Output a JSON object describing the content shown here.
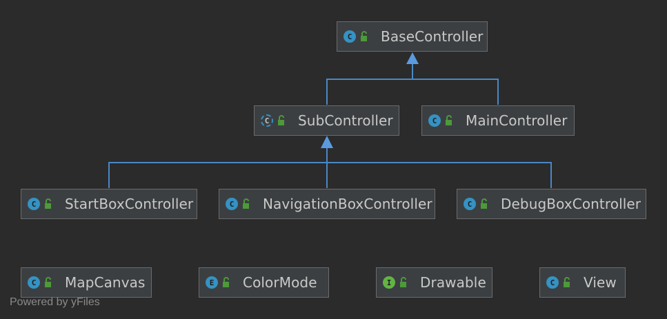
{
  "colors": {
    "background": "#2b2b2b",
    "node_fill": "#3c3f41",
    "node_border": "#6b6b6b",
    "edge": "#4a88c7",
    "class_icon": "#3592c4",
    "interface_icon": "#62b543",
    "lock": "#4c9a3a"
  },
  "nodes": {
    "base_controller": {
      "label": "BaseController",
      "kind": "class",
      "icon_letter": "C",
      "icon": "class-icon"
    },
    "sub_controller": {
      "label": "SubController",
      "kind": "abstract",
      "icon_letter": "C",
      "icon": "abstract-class-icon"
    },
    "main_controller": {
      "label": "MainController",
      "kind": "class",
      "icon_letter": "C",
      "icon": "class-icon"
    },
    "start_box_controller": {
      "label": "StartBoxController",
      "kind": "class",
      "icon_letter": "C",
      "icon": "class-icon"
    },
    "navigation_box_controller": {
      "label": "NavigationBoxController",
      "kind": "class",
      "icon_letter": "C",
      "icon": "class-icon"
    },
    "debug_box_controller": {
      "label": "DebugBoxController",
      "kind": "class",
      "icon_letter": "C",
      "icon": "class-icon"
    },
    "map_canvas": {
      "label": "MapCanvas",
      "kind": "class",
      "icon_letter": "C",
      "icon": "class-icon"
    },
    "color_mode": {
      "label": "ColorMode",
      "kind": "enum",
      "icon_letter": "E",
      "icon": "enum-icon"
    },
    "drawable": {
      "label": "Drawable",
      "kind": "interface",
      "icon_letter": "I",
      "icon": "interface-icon"
    },
    "view": {
      "label": "View",
      "kind": "class",
      "icon_letter": "C",
      "icon": "class-icon"
    }
  },
  "edges": [
    {
      "from": "sub_controller",
      "to": "base_controller",
      "type": "extends"
    },
    {
      "from": "main_controller",
      "to": "base_controller",
      "type": "extends"
    },
    {
      "from": "start_box_controller",
      "to": "sub_controller",
      "type": "extends"
    },
    {
      "from": "navigation_box_controller",
      "to": "sub_controller",
      "type": "extends"
    },
    {
      "from": "debug_box_controller",
      "to": "sub_controller",
      "type": "extends"
    }
  ],
  "footer": {
    "text": "Powered by yFiles"
  }
}
